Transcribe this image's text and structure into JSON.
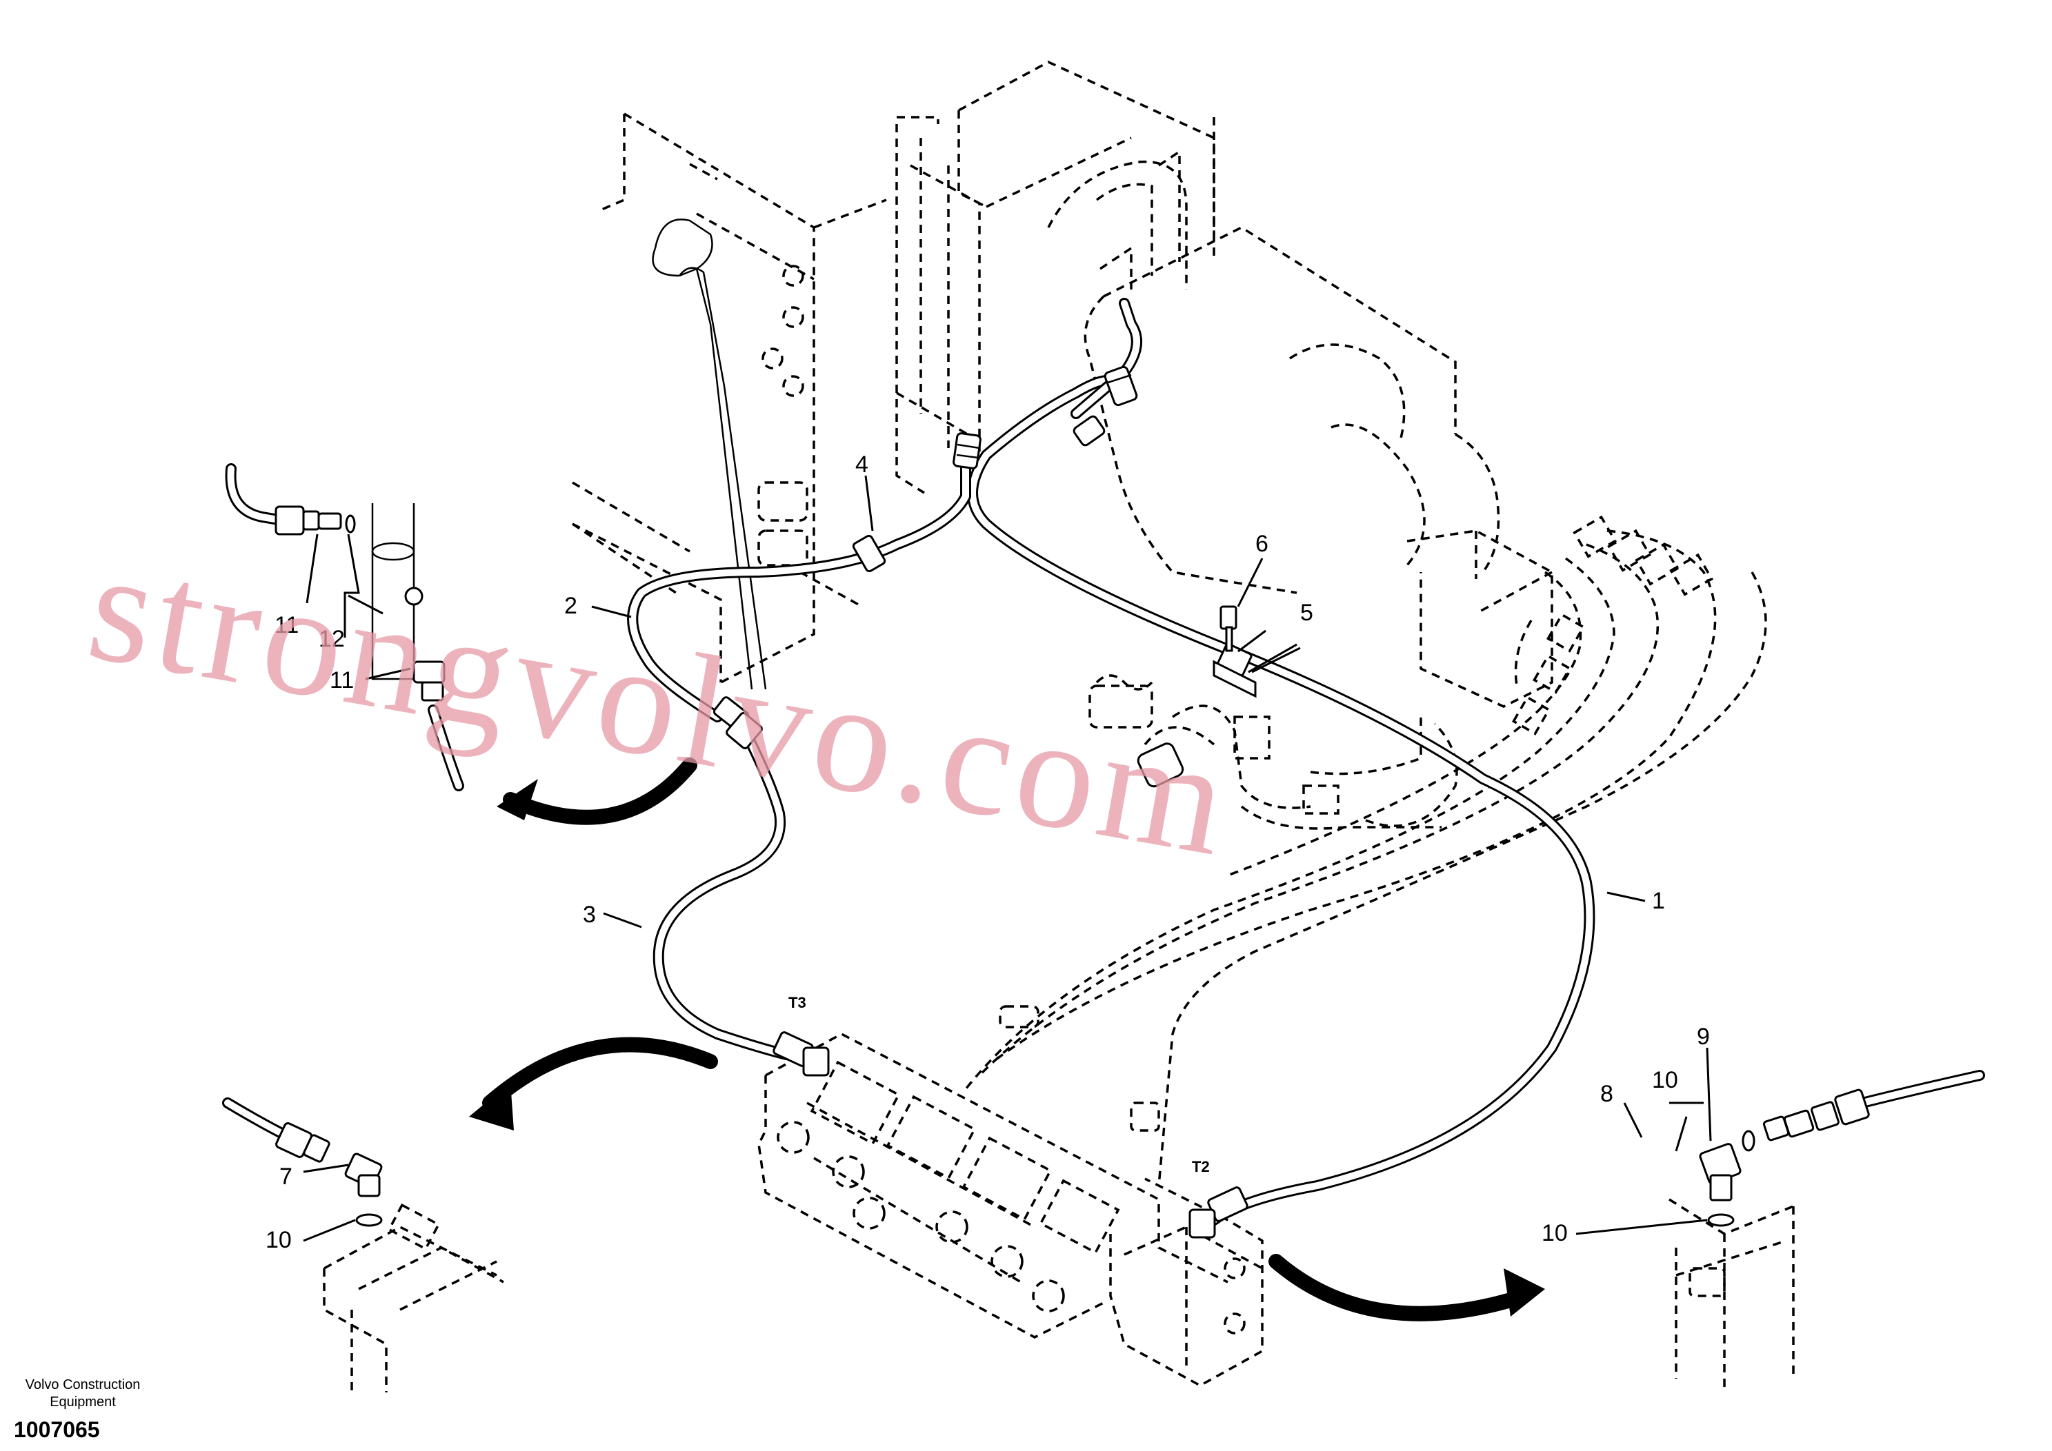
{
  "watermark": "strongvolvo.com",
  "footer": {
    "brand_line1": "Volvo Construction",
    "brand_line2": "Equipment",
    "drawing_number": "1007065"
  },
  "callouts": {
    "c1": "1",
    "c2": "2",
    "c3": "3",
    "c4": "4",
    "c5": "5",
    "c6": "6",
    "c7": "7",
    "c8": "8",
    "c9": "9",
    "c10a": "10",
    "c10b": "10",
    "c10c": "10",
    "c11a": "11",
    "c11b": "11",
    "c12": "12"
  },
  "ports": {
    "t2": "T2",
    "t3": "T3"
  }
}
